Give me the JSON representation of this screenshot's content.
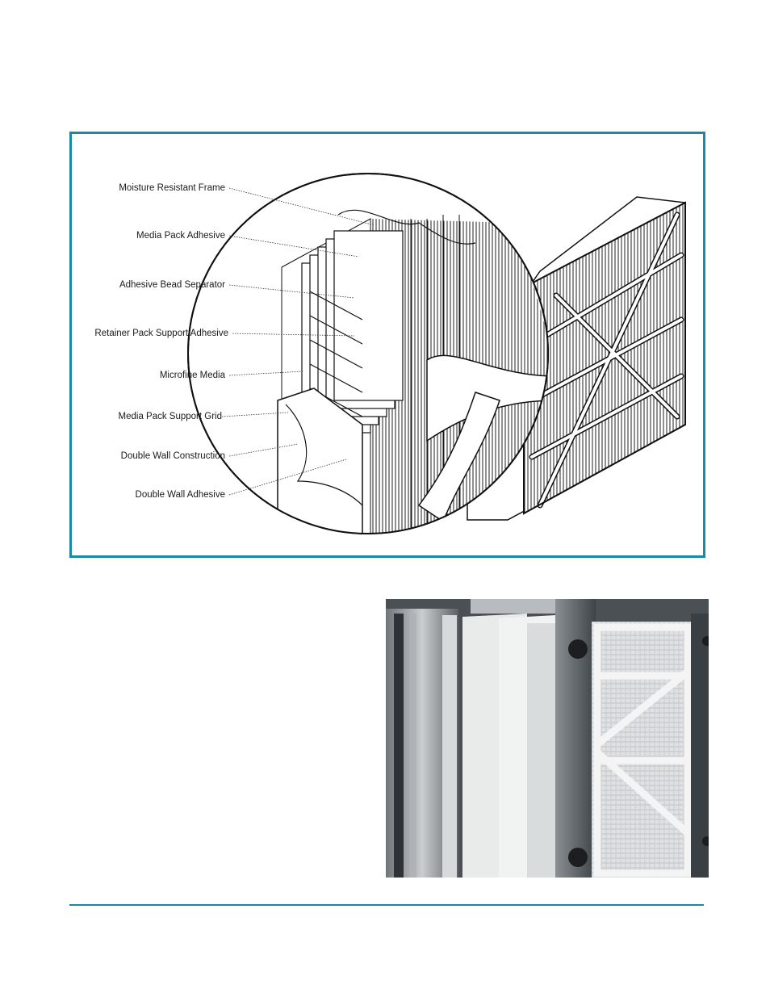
{
  "diagram": {
    "labels": [
      "Moisture Resistant Frame",
      "Media Pack Adhesive",
      "Adhesive Bead Separator",
      "Retainer Pack Support Adhesive",
      "Microfine Media",
      "Media Pack Support Grid",
      "Double Wall Construction",
      "Double Wall Adhesive"
    ]
  },
  "colors": {
    "accent": "#1b88a6"
  }
}
